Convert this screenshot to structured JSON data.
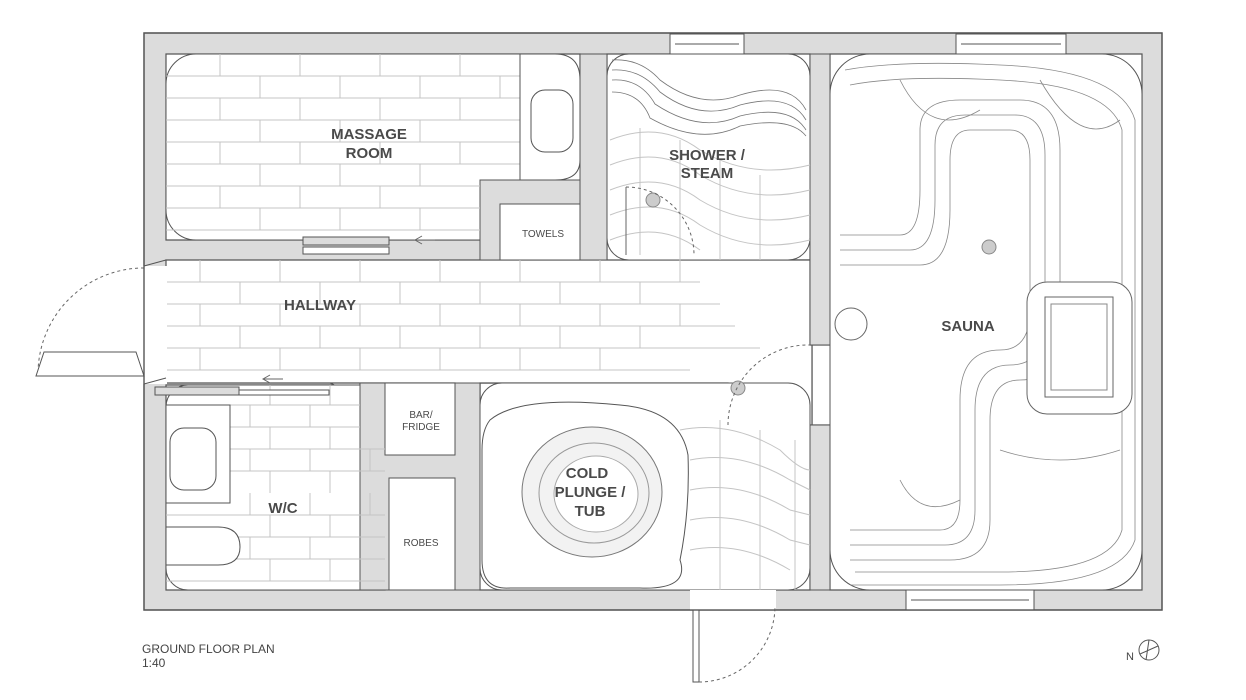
{
  "rooms": {
    "massage": [
      "MASSAGE",
      "ROOM"
    ],
    "shower": [
      "SHOWER /",
      "STEAM"
    ],
    "hallway": "HALLWAY",
    "sauna": "SAUNA",
    "wc": "W/C",
    "plunge": [
      "COLD",
      "PLUNGE /",
      "TUB"
    ]
  },
  "storage": {
    "towels": "TOWELS",
    "bar": [
      "BAR/",
      "FRIDGE"
    ],
    "robes": "ROBES"
  },
  "caption": {
    "title": "GROUND FLOOR PLAN",
    "scale": "1:40"
  },
  "north": {
    "label": "N"
  },
  "colors": {
    "wall": "#d9d9d9",
    "line": "#555555",
    "tile": "#bdbdbd"
  }
}
